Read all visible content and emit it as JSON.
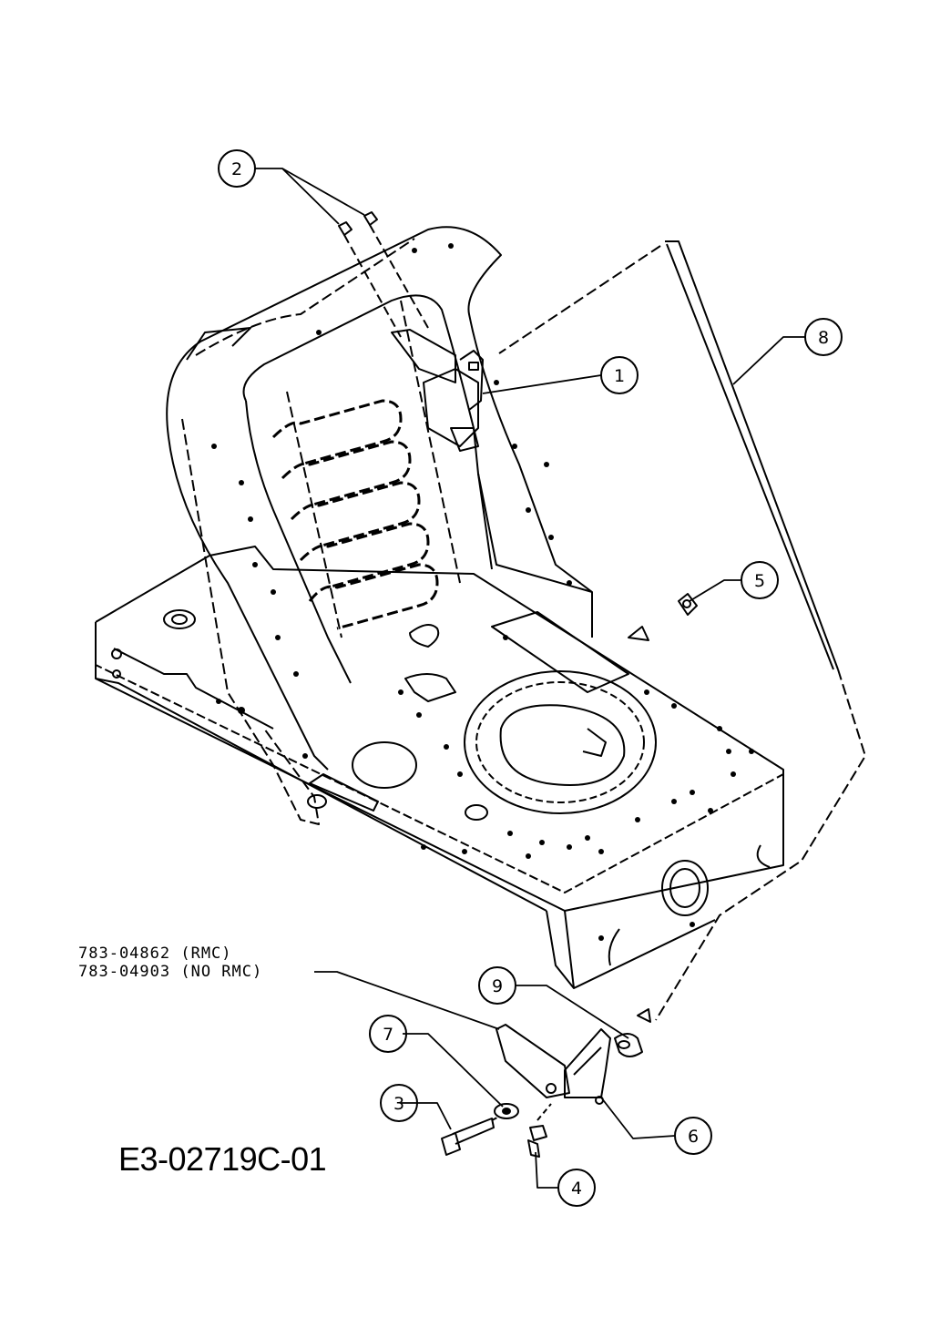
{
  "diagram": {
    "callouts": [
      "1",
      "2",
      "3",
      "4",
      "5",
      "6",
      "7",
      "8",
      "9"
    ],
    "part_notes": [
      "783-04862 (RMC)",
      "783-04903 (NO RMC)"
    ],
    "drawing_code": "E3-02719C-01"
  }
}
